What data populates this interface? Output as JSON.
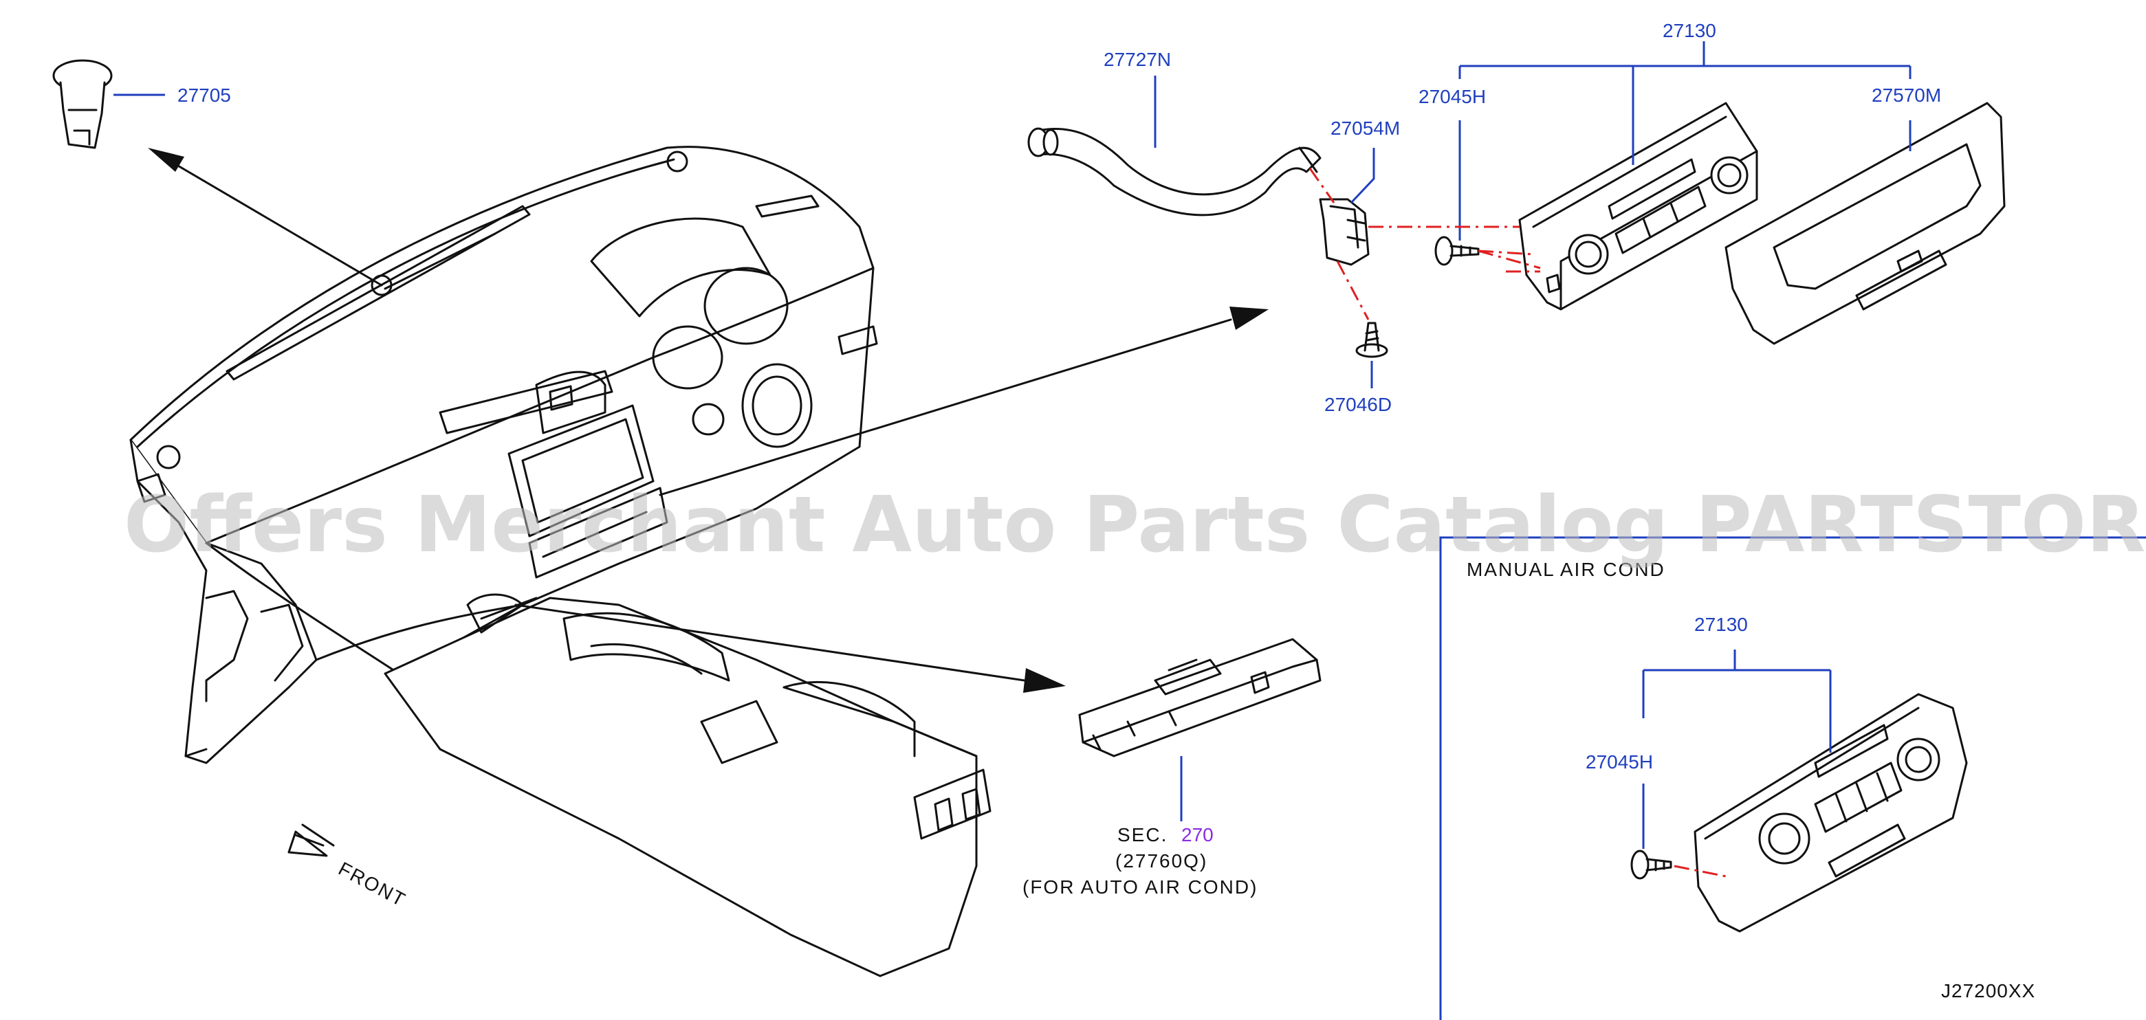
{
  "callouts": {
    "p27705": "27705",
    "p27727N": "27727N",
    "p27054M": "27054M",
    "p27130_top": "27130",
    "p27045H_top": "27045H",
    "p27570M": "27570M",
    "p27046D": "27046D",
    "sec_label": "SEC.",
    "sec_num": "270",
    "p27760Q": "(27760Q)",
    "for_auto": "(FOR  AUTO  AIR  COND)",
    "front": "FRONT",
    "manual_air_cond": "MANUAL  AIR  COND",
    "p27130_inset": "27130",
    "p27045H_inset": "27045H",
    "diagram_code": "J27200XX"
  },
  "watermark": "Offers Merchant Auto Parts Catalog PARTSTORE.SA",
  "colors": {
    "callout_blue": "#1f3fbf",
    "leader_red": "#e02020",
    "section_purple": "#8a2be2",
    "line_black": "#111111"
  }
}
